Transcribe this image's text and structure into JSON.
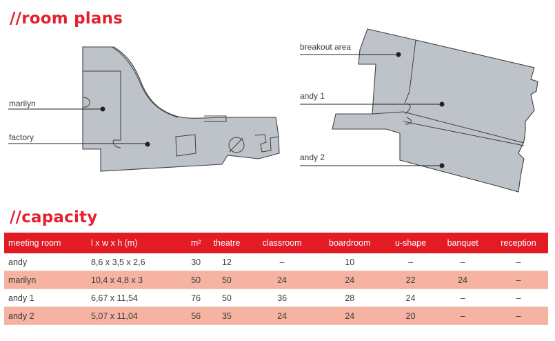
{
  "headings": {
    "room_plans": "//room plans",
    "capacity": "//capacity"
  },
  "plan_labels": {
    "marilyn": "marilyn",
    "factory": "factory",
    "breakout_area": "breakout area",
    "andy1": "andy 1",
    "andy2": "andy 2"
  },
  "colors": {
    "accent": "#e21b25",
    "heading": "#e5202e",
    "row_pink": "#f6b3a2",
    "plan_fill": "#bdc3c9"
  },
  "capacity_table": {
    "headers": [
      "meeting room",
      "l x w x h (m)",
      "m²",
      "theatre",
      "classroom",
      "boardroom",
      "u-shape",
      "banquet",
      "reception"
    ],
    "rows": [
      [
        "andy",
        "8,6 x 3,5 x 2,6",
        "30",
        "12",
        "–",
        "10",
        "–",
        "–",
        "–"
      ],
      [
        "marilyn",
        "10,4 x 4,8 x 3",
        "50",
        "50",
        "24",
        "24",
        "22",
        "24",
        "–"
      ],
      [
        "andy 1",
        "6,67 x 11,54",
        "76",
        "50",
        "36",
        "28",
        "24",
        "–",
        "–"
      ],
      [
        "andy 2",
        "5,07 x 11,04",
        "56",
        "35",
        "24",
        "24",
        "20",
        "–",
        "–"
      ]
    ]
  }
}
